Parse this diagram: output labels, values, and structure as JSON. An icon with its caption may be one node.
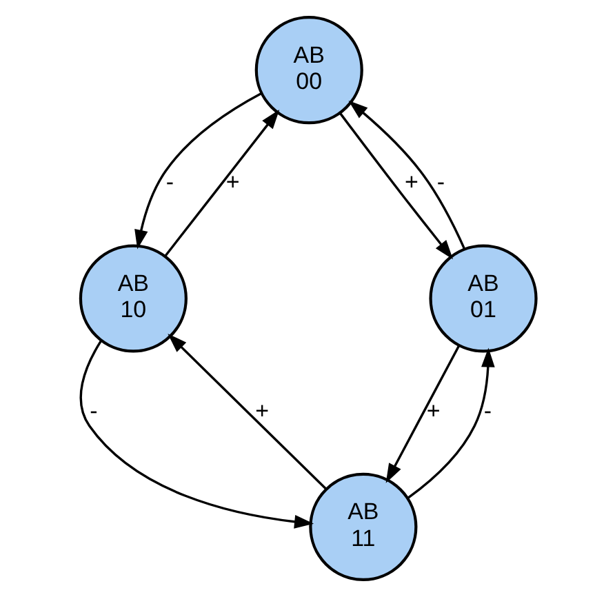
{
  "diagram": {
    "nodes": [
      {
        "text": [
          "AB",
          "00"
        ]
      },
      {
        "text": [
          "AB",
          "10"
        ]
      },
      {
        "text": [
          "AB",
          "01"
        ]
      },
      {
        "text": [
          "AB",
          "11"
        ]
      }
    ],
    "edges": [
      {
        "from": 1,
        "to": 0,
        "arrow": "to",
        "label": "+"
      },
      {
        "from": 0,
        "to": 1,
        "arrow": "to",
        "label": "-"
      },
      {
        "from": 0,
        "to": 2,
        "arrow": "to",
        "label": "+"
      },
      {
        "from": 2,
        "to": 0,
        "arrow": "to",
        "label": "-"
      },
      {
        "from": 1,
        "to": 3,
        "arrow": "to",
        "label": "-"
      },
      {
        "from": 3,
        "to": 1,
        "arrow": "to",
        "label": "+"
      },
      {
        "from": 3,
        "to": 2,
        "arrow": "to",
        "label": "-"
      },
      {
        "from": 2,
        "to": 3,
        "arrow": "to",
        "label": "+"
      }
    ]
  }
}
